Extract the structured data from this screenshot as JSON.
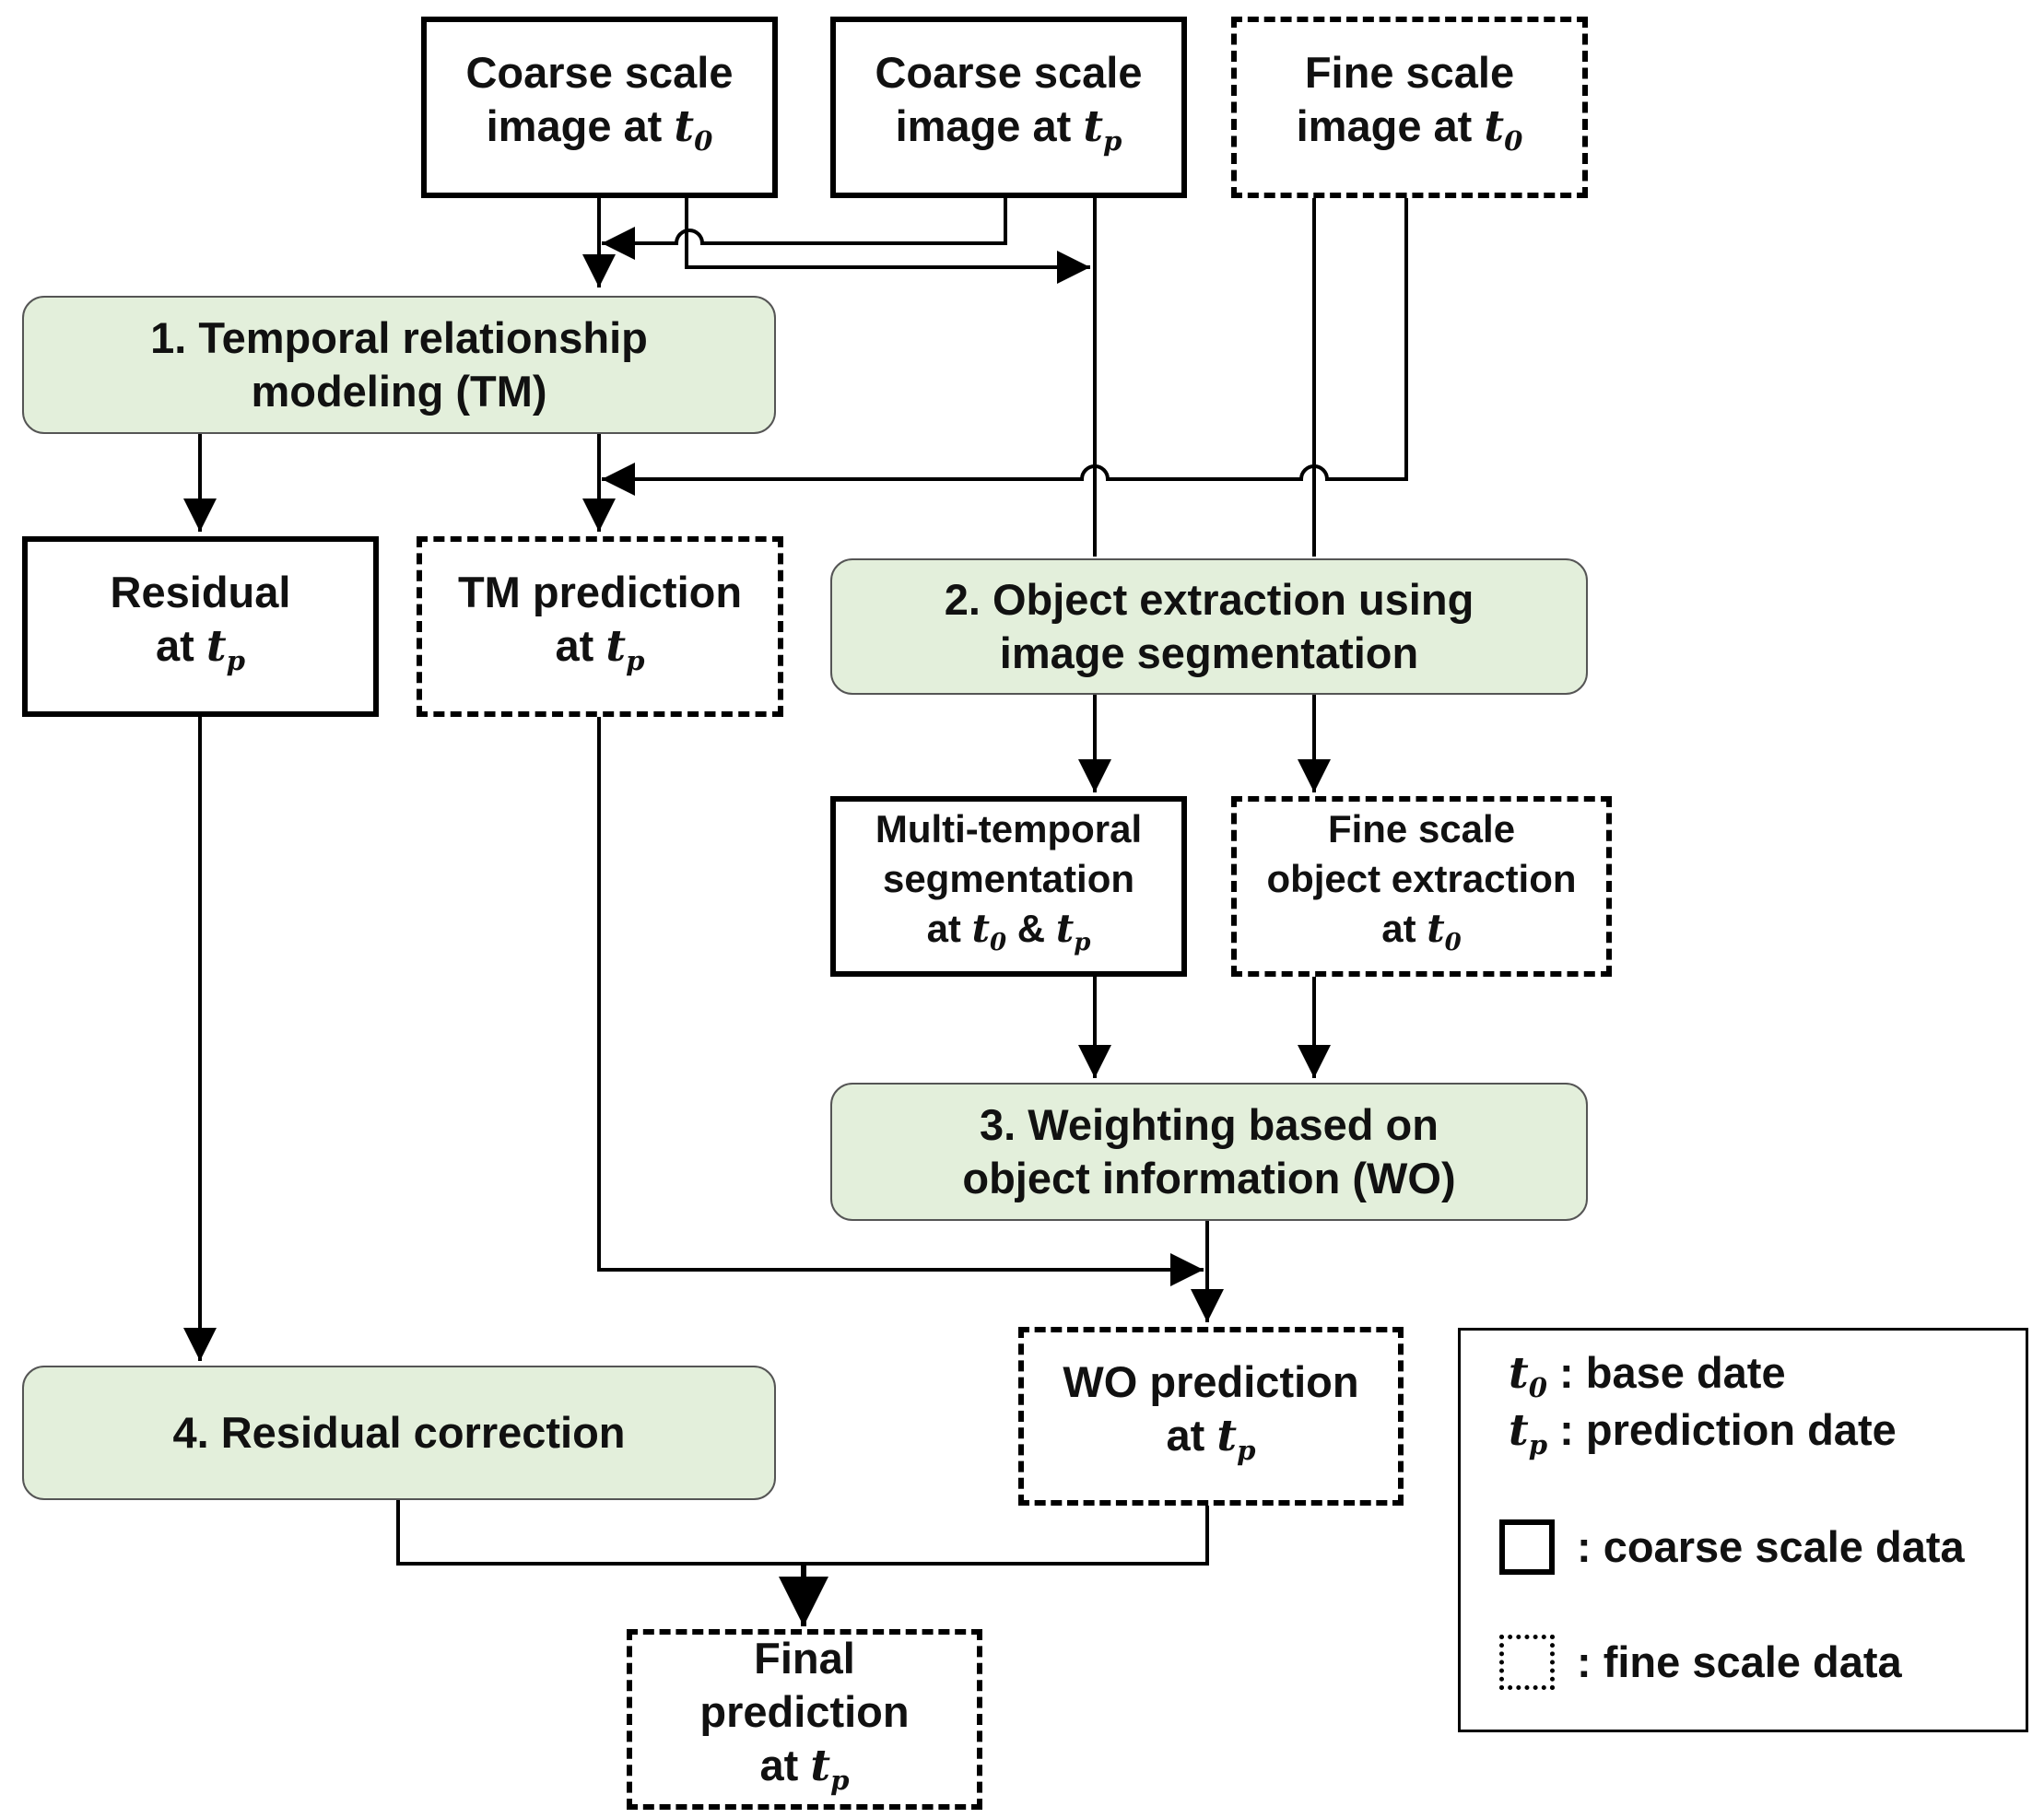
{
  "nodes": {
    "coarse_t0": {
      "text": "Coarse scale",
      "text2": "image at",
      "sym": "t",
      "sub": "0"
    },
    "coarse_tp": {
      "text": "Coarse scale",
      "text2": "image at",
      "sym": "t",
      "sub": "p"
    },
    "fine_t0": {
      "text": "Fine scale",
      "text2": "image at",
      "sym": "t",
      "sub": "0"
    },
    "tm": {
      "line1": "1. Temporal relationship",
      "line2": "modeling (TM)"
    },
    "residual": {
      "text": "Residual",
      "text2": "at",
      "sym": "t",
      "sub": "p"
    },
    "tm_pred": {
      "text": "TM prediction",
      "text2": "at",
      "sym": "t",
      "sub": "p"
    },
    "obj_ext": {
      "line1": "2. Object extraction using",
      "line2": "image segmentation"
    },
    "multi_seg": {
      "line1": "Multi-temporal",
      "line2": "segmentation",
      "text3": "at",
      "sym1": "t",
      "sub1": "0",
      "amp": "&",
      "sym2": "t",
      "sub2": "p"
    },
    "fine_obj": {
      "line1": "Fine scale",
      "line2": "object extraction",
      "text3": "at",
      "sym": "t",
      "sub": "0"
    },
    "weighting": {
      "line1": "3. Weighting based on",
      "line2": "object information (WO)"
    },
    "residual_corr": {
      "line1": "4. Residual correction"
    },
    "wo_pred": {
      "text": "WO prediction",
      "text2": "at",
      "sym": "t",
      "sub": "p"
    },
    "final": {
      "line1": "Final",
      "line2": "prediction",
      "text3": "at",
      "sym": "t",
      "sub": "p"
    }
  },
  "legend": {
    "t0": {
      "sym": "t",
      "sub": "0",
      "desc": ": base date"
    },
    "tp": {
      "sym": "t",
      "sub": "p",
      "desc": ": prediction date"
    },
    "coarse": ": coarse scale data",
    "fine": ": fine scale data"
  },
  "colors": {
    "process_fill": "#e3efdb",
    "stroke": "#000000"
  }
}
